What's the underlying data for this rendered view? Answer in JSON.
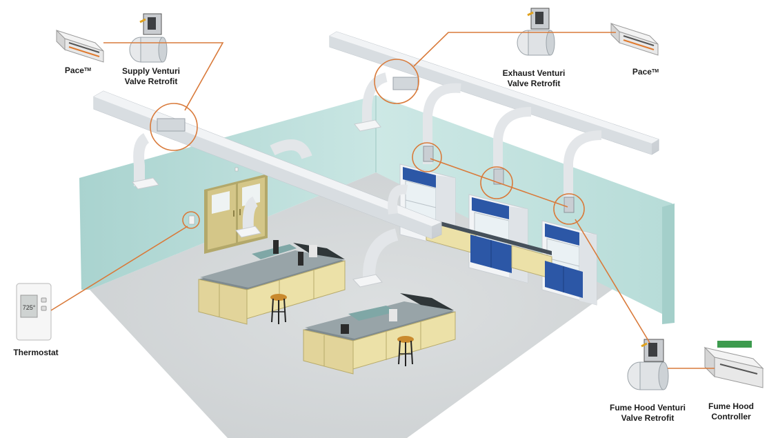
{
  "labels": {
    "pace_left": {
      "text": "Pace",
      "sup": "TM"
    },
    "supply_venturi": {
      "line1": "Supply Venturi",
      "line2": "Valve Retrofit"
    },
    "exhaust_venturi": {
      "line1": "Exhaust Venturi",
      "line2": "Valve Retrofit"
    },
    "pace_right": {
      "text": "Pace",
      "sup": "TM"
    },
    "thermostat": "Thermostat",
    "fume_hood_venturi": {
      "line1": "Fume Hood Venturi",
      "line2": "Valve Retrofit"
    },
    "fume_hood_controller": {
      "line1": "Fume Hood",
      "line2": "Controller"
    }
  },
  "thermostat_display": "725°",
  "colors": {
    "callout": "#d97a3a",
    "wall": "#bfe0dd",
    "floor": "#d6d9da",
    "duct": "#e4e7ea",
    "cabinet": "#ece1a8",
    "hood_blue": "#2c57a6",
    "door": "#cdbf82"
  }
}
